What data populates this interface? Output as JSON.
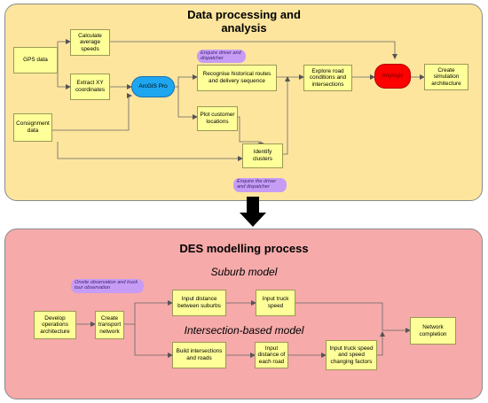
{
  "top": {
    "title": "Data processing and\nanalysis",
    "gps": "GPS data",
    "speeds": "Calculate average speeds",
    "xy": "Extract XY coordinates",
    "arcgis": "ArcGIS Pro",
    "routes": "Recognise historical routes and delivery sequence",
    "customers": "Plot customer locations",
    "consignment": "Consignment data",
    "clusters": "Identify clusters",
    "roads": "Explore road conditions and intersections",
    "anylogic": "Anylogic",
    "create": "Create simulation architecture",
    "note1": "Enquire driver and dispatcher",
    "note2": "Enquire the driver and dispatcher"
  },
  "bottom": {
    "title": "DES modelling process",
    "suburb": "Suburb model",
    "intersection": "Intersection-based model",
    "note": "Onsite observation and truck tour observation",
    "develop": "Develop operations architecture",
    "network": "Create transport network",
    "input_dist_suburbs": "Input distance between suburbs",
    "input_speed": "Input truck speed",
    "build": "Build intersections and roads",
    "input_dist_road": "Input distance of each road",
    "input_speed_factors": "Input truck speed and speed changing factors",
    "completion": "Network completion"
  },
  "colors": {
    "top_panel": "#fde59e",
    "bottom_panel": "#f6aaaa",
    "box": "#ffff99",
    "arcgis": "#1ea7f0",
    "anylogic": "#ff0000",
    "note": "#c79cf5"
  }
}
